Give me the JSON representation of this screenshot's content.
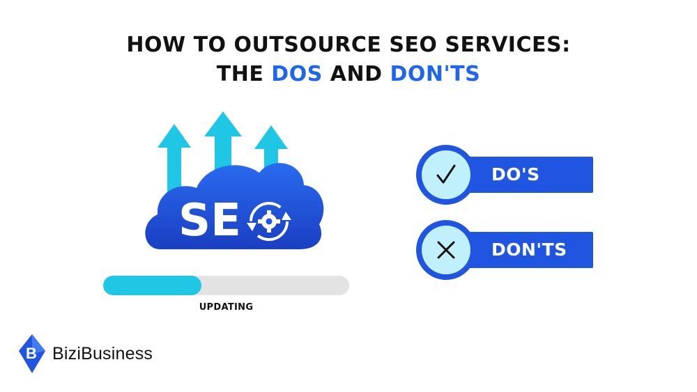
{
  "title": {
    "line1": "HOW TO OUTSOURCE SEO SERVICES:",
    "line2_prefix": "THE ",
    "line2_dos": "DOS",
    "line2_and": " AND ",
    "line2_donts": "DON'TS"
  },
  "hero": {
    "cloud_text": "SE",
    "icon": "gear-refresh-icon",
    "arrows_icon": "up-arrows-icon"
  },
  "progress": {
    "label": "UPDATING",
    "value": 0.4
  },
  "options": [
    {
      "label": "DO'S",
      "icon": "check-icon"
    },
    {
      "label": "DON'TS",
      "icon": "cross-icon"
    }
  ],
  "brand": {
    "name": "BiziBusiness",
    "icon": "bizibusiness-logo-icon"
  },
  "colors": {
    "accent": "#1f66ec",
    "bar": "#1f55e0",
    "cyan": "#1fc7e4",
    "cloud_dark": "#1a3fc2",
    "cloud_light": "#2a6bf0"
  }
}
